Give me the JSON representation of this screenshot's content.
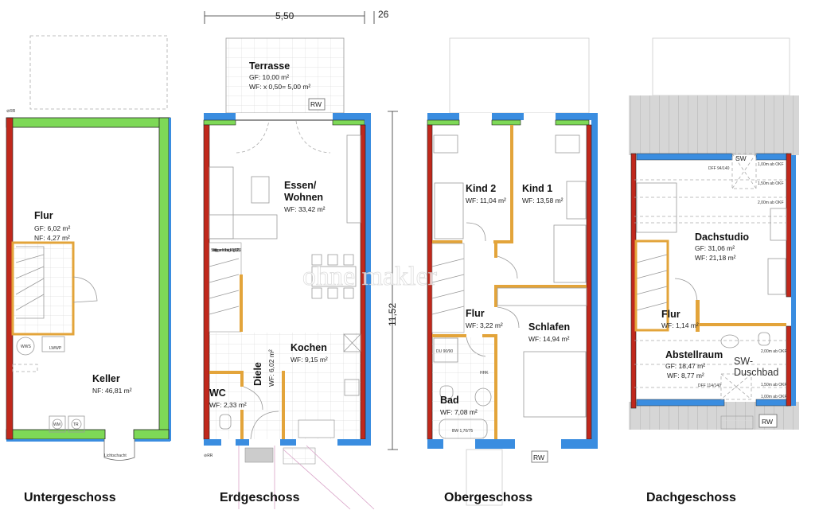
{
  "colors": {
    "exterior_insulation": "#3a8de0",
    "concrete_wall": "#7ed957",
    "masonry_wall": "#c0281c",
    "interior_wall": "#e3a43a",
    "roof": "#cfcfcf"
  },
  "dimensions": {
    "width": "5,50",
    "offset": "26",
    "length": "11,52"
  },
  "watermark": "ohne makler",
  "markers": {
    "rr": "⊘RR",
    "rw": "RW",
    "lichtschacht": "Lichtschacht",
    "wws": "WWS",
    "lwwp": "LWWP",
    "wm": "WM",
    "tr": "TR",
    "hhk": "HHK",
    "du": "DU 90/90",
    "bw": "BW 1,70/75",
    "stair_note": "Stahlfertigtreppe mit Holzbelag 14 Stg. 19,0/25,0",
    "sw": "SW",
    "dff1": "DFF 94/140",
    "dff2": "DFF 114/140",
    "okf100": "1,00m ab OKF",
    "okf150": "1,50m ab OKF",
    "okf200": "2,00m ab OKF"
  },
  "floors": [
    {
      "label": "Untergeschoss",
      "rooms": [
        {
          "name": "Flur",
          "area1": "GF: 6,02 m²",
          "area2": "NF: 4,27 m²"
        },
        {
          "name": "Keller",
          "area1": "NF: 46,81 m²"
        }
      ]
    },
    {
      "label": "Erdgeschoss",
      "rooms": [
        {
          "name": "Terrasse",
          "area1": "GF: 10,00 m²",
          "area2": "WF: x 0,50= 5,00 m²"
        },
        {
          "name": "Essen/",
          "name2": "Wohnen",
          "area1": "WF: 33,42 m²"
        },
        {
          "name": "Kochen",
          "area1": "WF: 9,15 m²"
        },
        {
          "name": "Diele",
          "area1": "WF: 6,02 m²"
        },
        {
          "name": "WC",
          "area1": "WF: 2,33 m²"
        }
      ]
    },
    {
      "label": "Obergeschoss",
      "rooms": [
        {
          "name": "Kind 2",
          "area1": "WF: 11,04 m²"
        },
        {
          "name": "Kind 1",
          "area1": "WF: 13,58 m²"
        },
        {
          "name": "Flur",
          "area1": "WF: 3,22 m²"
        },
        {
          "name": "Schlafen",
          "area1": "WF: 14,94 m²"
        },
        {
          "name": "Bad",
          "area1": "WF: 7,08 m²"
        }
      ]
    },
    {
      "label": "Dachgeschoss",
      "rooms": [
        {
          "name": "Dachstudio",
          "area1": "GF: 31,06 m²",
          "area2": "WF: 21,18 m²"
        },
        {
          "name": "Flur",
          "area1": "WF: 1,14 m²"
        },
        {
          "name": "Abstellraum",
          "area1": "GF: 18,47 m²",
          "area2": "WF: 8,77 m²"
        },
        {
          "name": "SW-",
          "name2": "Duschbad"
        }
      ]
    }
  ]
}
